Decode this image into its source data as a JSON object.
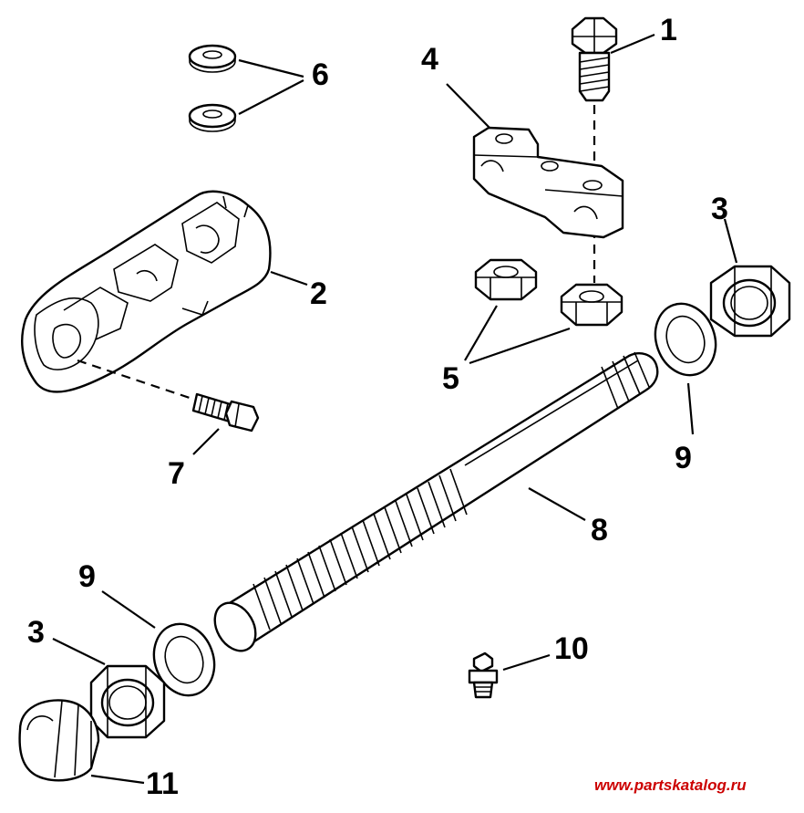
{
  "callouts": {
    "c1": "1",
    "c2": "2",
    "c3a": "3",
    "c3b": "3",
    "c4": "4",
    "c5": "5",
    "c6": "6",
    "c7": "7",
    "c8": "8",
    "c9a": "9",
    "c9b": "9",
    "c10": "10",
    "c11": "11"
  },
  "watermark": {
    "text": "www.partskatalog.ru",
    "color": "#cc0000"
  }
}
